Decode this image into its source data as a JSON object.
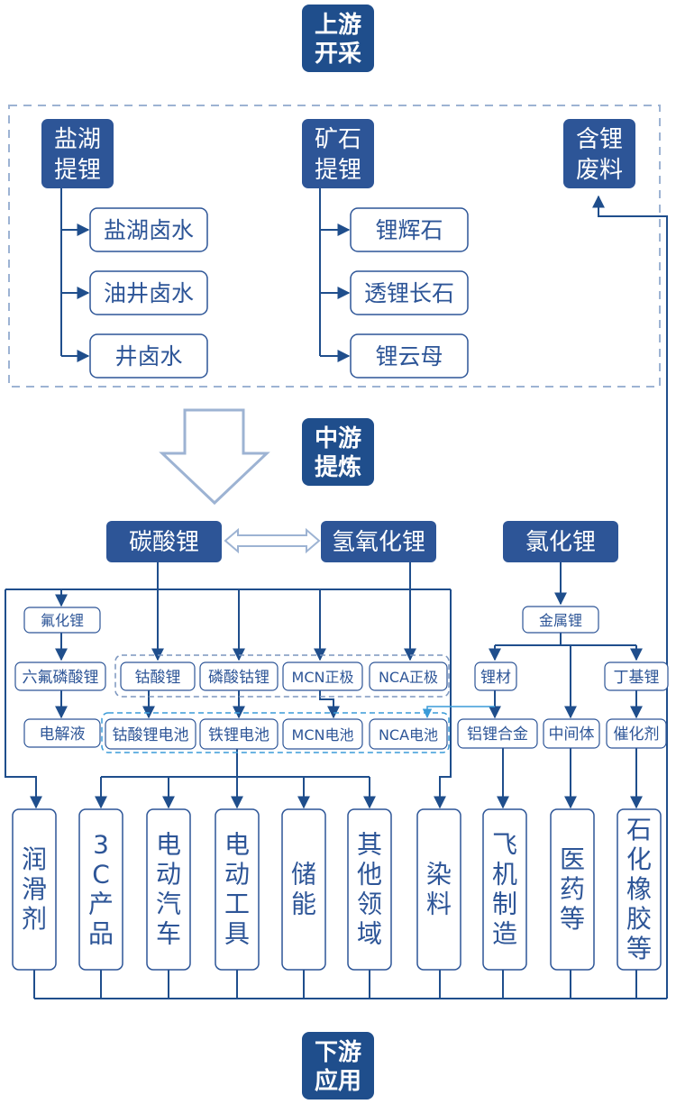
{
  "colors": {
    "dark": "#2d5597",
    "line": "#1f4e8c",
    "accent": "#3a9bd8",
    "dash": "#9db3d3"
  },
  "stages": {
    "upstream": [
      "上游",
      "开采"
    ],
    "midstream": [
      "中游",
      "提炼"
    ],
    "downstream": [
      "下游",
      "应用"
    ]
  },
  "extraction": {
    "salt_lake": {
      "title": [
        "盐湖",
        "提锂"
      ],
      "items": [
        "盐湖卤水",
        "油井卤水",
        "井卤水"
      ]
    },
    "ore": {
      "title": [
        "矿石",
        "提锂"
      ],
      "items": [
        "锂辉石",
        "透锂长石",
        "锂云母"
      ]
    },
    "waste": {
      "title": [
        "含锂",
        "废料"
      ]
    }
  },
  "compounds": {
    "carbonate": "碳酸锂",
    "hydroxide": "氢氧化锂",
    "chloride": "氯化锂"
  },
  "intermediate": {
    "fluoride": "氟化锂",
    "lipf6": "六氟磷酸锂",
    "electrolyte": "电解液",
    "cathodes": [
      "钴酸锂",
      "磷酸钴锂",
      "MCN正极",
      "NCA正极"
    ],
    "batteries": [
      "钴酸锂电池",
      "铁锂电池",
      "MCN电池",
      "NCA电池"
    ],
    "metal": "金属锂",
    "metal_children": [
      "锂材",
      "丁基锂"
    ],
    "alloy": "铝锂合金",
    "mid_body": "中间体",
    "catalyst": "催化剂"
  },
  "applications": [
    [
      "润",
      "滑",
      "剂"
    ],
    [
      "3",
      "C",
      "产",
      "品"
    ],
    [
      "电",
      "动",
      "汽",
      "车"
    ],
    [
      "电",
      "动",
      "工",
      "具"
    ],
    [
      "储",
      "能"
    ],
    [
      "其",
      "他",
      "领",
      "域"
    ],
    [
      "染",
      "料"
    ],
    [
      "飞",
      "机",
      "制",
      "造"
    ],
    [
      "医",
      "药",
      "等"
    ],
    [
      "石",
      "化",
      "橡",
      "胶",
      "等"
    ]
  ]
}
